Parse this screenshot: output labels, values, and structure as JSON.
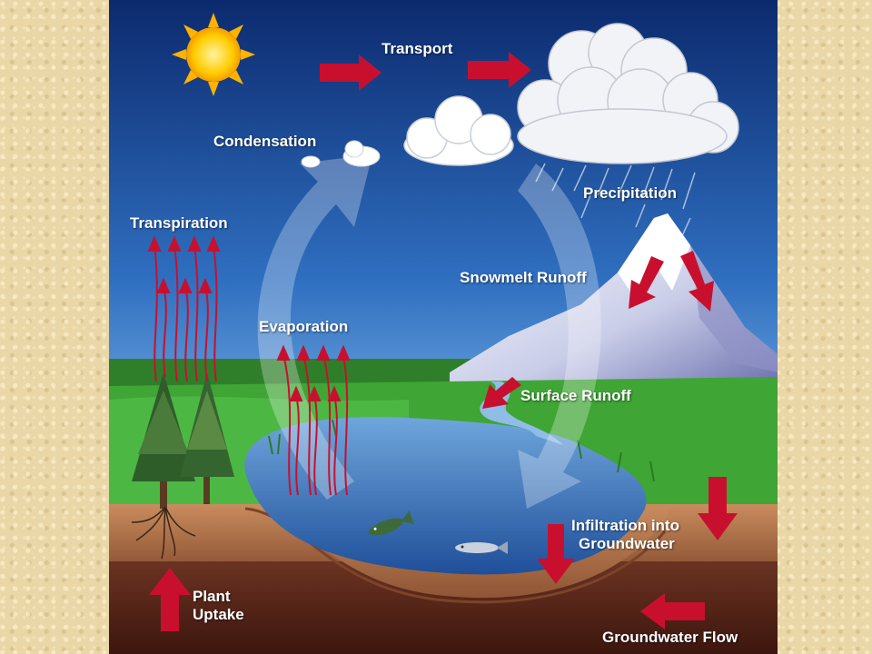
{
  "labels": {
    "transport": "Transport",
    "condensation": "Condensation",
    "precipitation": "Precipitation",
    "transpiration": "Transpiration",
    "snowmelt_runoff": "Snowmelt Runoff",
    "evaporation": "Evaporation",
    "surface_runoff": "Surface Runoff",
    "infiltration_line1": "Infiltration into",
    "infiltration_line2": "Groundwater",
    "plant_uptake_line1": "Plant",
    "plant_uptake_line2": "Uptake",
    "groundwater_flow": "Groundwater Flow"
  },
  "colors": {
    "sky_top": "#0c2a6e",
    "sky_bottom": "#5a9bdb",
    "arrow_red": "#c8102e",
    "grass": "#3fa535",
    "water": "#3f78c4",
    "soil": "#a9704a",
    "deep_soil": "#5c2a1c"
  }
}
